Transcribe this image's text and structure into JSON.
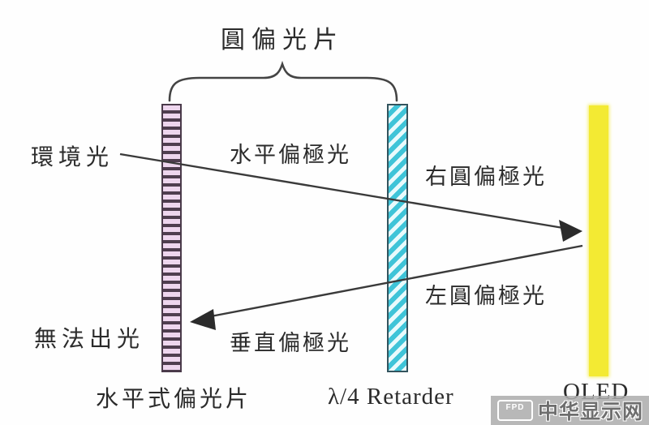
{
  "title": {
    "brace_label": "圓偏光片"
  },
  "labels": {
    "ambient_light": "環境光",
    "horizontal_polarized": "水平偏極光",
    "right_circular_polarized": "右圓偏極光",
    "left_circular_polarized": "左圓偏極光",
    "vertical_polarized": "垂直偏極光",
    "no_light_out": "無法出光"
  },
  "components": {
    "linear_polarizer": "水平式偏光片",
    "quarter_wave_retarder": "λ/4 Retarder",
    "oled": "OLED"
  },
  "watermark": {
    "logo": "FPD",
    "site_name": "中华显示网"
  },
  "colors": {
    "polarizer_stripe_light": "#eed6ee",
    "polarizer_stripe_dark": "#4f3e4f",
    "retarder_stripe_light": "#e9fafc",
    "retarder_stripe_cyan": "#3fc4d8",
    "oled_yellow": "#f3ea33",
    "line_color": "#3a3a3a",
    "text_color": "#2b2b2b"
  }
}
